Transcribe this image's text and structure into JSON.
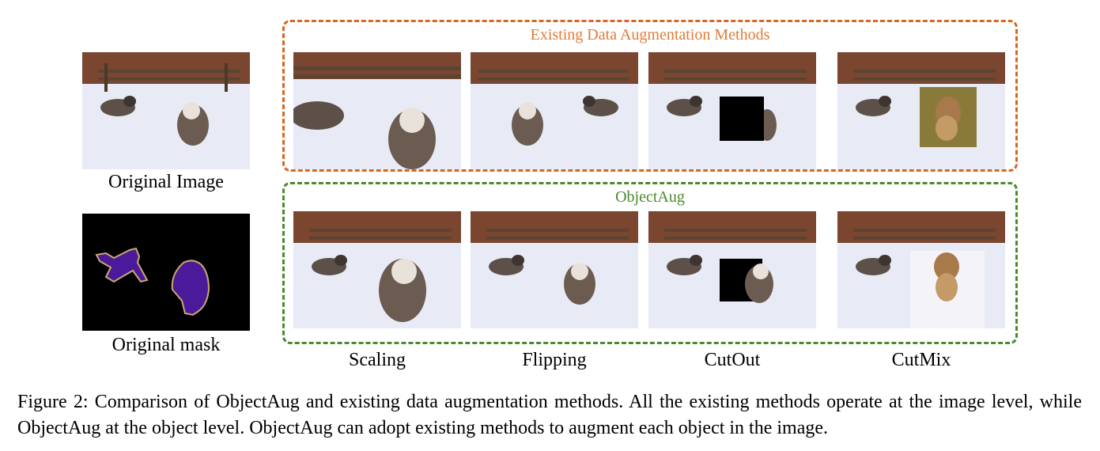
{
  "left_column": {
    "original_image_label": "Original Image",
    "original_mask_label": "Original mask"
  },
  "existing_group": {
    "title": "Existing Data Augmentation Methods",
    "color": "#e07b39"
  },
  "objectaug_group": {
    "title": "ObjectAug",
    "color": "#4a8a2a"
  },
  "columns": {
    "scaling": "Scaling",
    "flipping": "Flipping",
    "cutout": "CutOut",
    "cutmix": "CutMix"
  },
  "mask_colors": {
    "object": "#4b1a9a",
    "outline": "#c9a96e"
  },
  "caption": "Figure 2: Comparison of ObjectAug and existing data augmentation methods. All the existing methods operate at the image level, while ObjectAug at the object level. ObjectAug can adopt existing methods to augment each object in the image."
}
